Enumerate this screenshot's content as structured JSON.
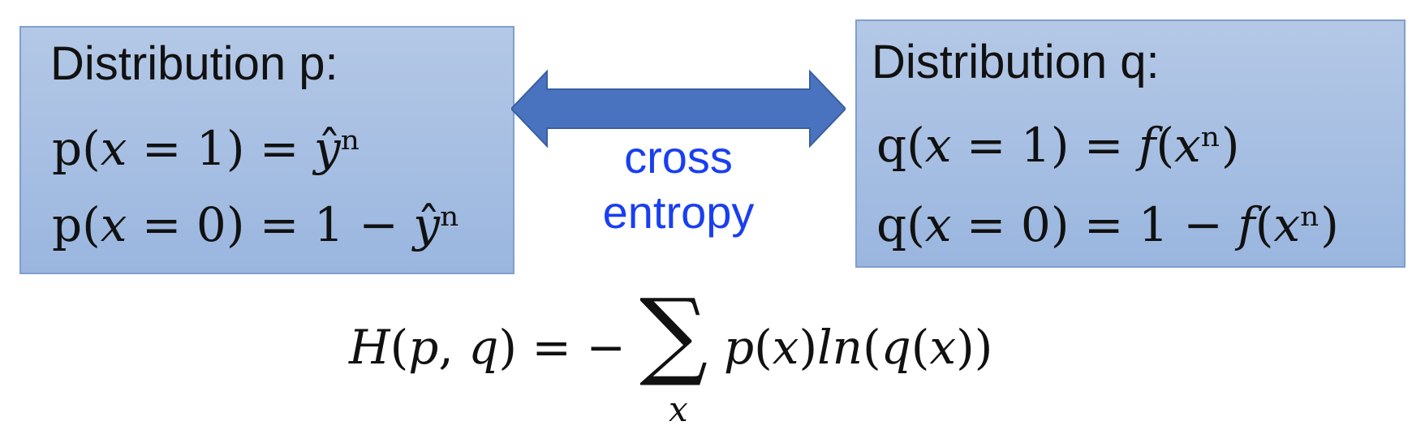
{
  "left_box": {
    "title": "Distribution p:",
    "line1": "p(𝑥 = 1) = 𝑦̂ⁿ",
    "line2": "p(𝑥 = 0) = 1 − 𝑦̂ⁿ"
  },
  "right_box": {
    "title": "Distribution q:",
    "line1": "q(𝑥 = 1) = 𝑓(𝑥ⁿ)",
    "line2": "q(𝑥 = 0) = 1 − 𝑓(𝑥ⁿ)"
  },
  "connector": {
    "label_line1": "cross",
    "label_line2": "entropy",
    "color": "#4a73bf",
    "label_color": "#1a3ff0"
  },
  "formula": {
    "lhs": "𝐻(𝑝, 𝑞) = −",
    "sum": "∑",
    "index": "x",
    "rhs": "𝑝(𝑥)𝑙𝑛(𝑞(𝑥))"
  },
  "colors": {
    "box_fill_top": "#b4c8e6",
    "box_fill_bottom": "#9ab6df",
    "box_border": "#7f9fce",
    "text": "#111111"
  }
}
